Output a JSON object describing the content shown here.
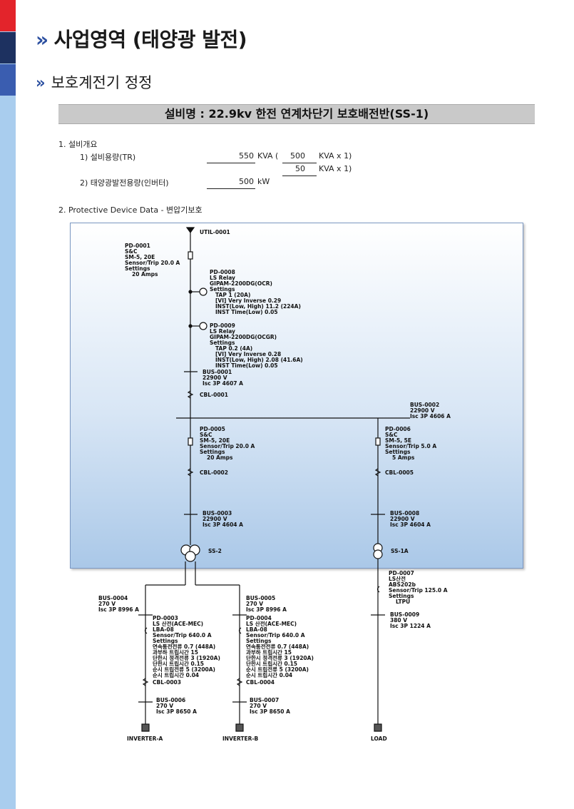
{
  "header": {
    "title_chevron": "»",
    "title": "사업영역 (태양광 발전)",
    "subtitle_chevron": "»",
    "subtitle": "보호계전기 정정"
  },
  "banner": "설비명 : 22.9kv 한전 연계차단기 보호배전반(SS-1)",
  "overview": {
    "section": "1. 설비개요",
    "tr_label": "1) 설비용량(TR)",
    "tr_value": "550",
    "tr_unit": "KVA (",
    "tr_sub1_value": "500",
    "tr_sub1_unit": "KVA x 1)",
    "tr_sub2_value": "50",
    "tr_sub2_unit": "KVA x 1)",
    "inv_label": "2) 태양광발전용량(인버터)",
    "inv_value": "500",
    "inv_unit": "kW"
  },
  "section2": "2. Protective Device Data - 변압기보호",
  "diagram": {
    "util": "UTIL-0001",
    "pd1": [
      "PD-0001",
      "S&C",
      "SM-5, 20E",
      "Sensor/Trip 20.0 A",
      "Settings",
      "20 Amps"
    ],
    "pd8": [
      "PD-0008",
      "LS Relay",
      "GIPAM-2200DG(OCR)",
      "Settings",
      "TAP 1 (20A)",
      "[VI] Very Inverse 0.29",
      "INST(Low, High) 11.2 (224A)",
      "INST Time(Low) 0.05"
    ],
    "pd9": [
      "PD-0009",
      "LS Relay",
      "GIPAM-2200DG(OCGR)",
      "Settings",
      "TAP 0.2 (4A)",
      "[VI] Very Inverse 0.28",
      "INST(Low, High) 2.08 (41.6A)",
      "INST Time(Low) 0.05"
    ],
    "bus1": [
      "BUS-0001",
      "22900 V",
      "Isc 3P 4607 A"
    ],
    "cbl1": "CBL-0001",
    "bus2": [
      "BUS-0002",
      "22900 V",
      "Isc 3P 4606 A"
    ],
    "pd5": [
      "PD-0005",
      "S&C",
      "SM-5, 20E",
      "Sensor/Trip 20.0 A",
      "Settings",
      "20 Amps"
    ],
    "pd6": [
      "PD-0006",
      "S&C",
      "SM-5, 5E",
      "Sensor/Trip 5.0 A",
      "Settings",
      "5 Amps"
    ],
    "cbl2": "CBL-0002",
    "cbl5": "CBL-0005",
    "bus3": [
      "BUS-0003",
      "22900 V",
      "Isc 3P 4604 A"
    ],
    "bus8": [
      "BUS-0008",
      "22900 V",
      "Isc 3P 4604 A"
    ],
    "ss2": "SS-2",
    "ss1a": "SS-1A",
    "pd7": [
      "PD-0007",
      "LS산전",
      "ABS202b",
      "Sensor/Trip 125.0 A",
      "Settings",
      "LTPU"
    ],
    "bus9": [
      "BUS-0009",
      "380 V",
      "Isc 3P 1224 A"
    ],
    "bus4": [
      "BUS-0004",
      "270 V",
      "Isc 3P 8996 A"
    ],
    "bus5": [
      "BUS-0005",
      "270 V",
      "Isc 3P 8996 A"
    ],
    "pd3": [
      "PD-0003",
      "LS 산전(ACE-MEC)",
      "LBA-08",
      "Sensor/Trip 640.0 A",
      "Settings",
      "연속통전전류 0.7 (448A)",
      "과부하 트립시간 15",
      "단한시 정격전류 3 (1920A)",
      "단한시 트립시간 0.15",
      "순시 트립전류 5 (3200A)",
      "순시 트립시간 0.04"
    ],
    "pd4": [
      "PD-0004",
      "LS 산전(ACE-MEC)",
      "LBA-08",
      "Sensor/Trip 640.0 A",
      "Settings",
      "연속통전전류 0.7 (448A)",
      "과부하 트립시간 15",
      "단한시 정격전류 3 (1920A)",
      "단한시 트립시간 0.15",
      "순시 트립전류 5 (3200A)",
      "순시 트립시간 0.04"
    ],
    "cbl3": "CBL-0003",
    "cbl4": "CBL-0004",
    "bus6": [
      "BUS-0006",
      "270 V",
      "Isc 3P 8650 A"
    ],
    "bus7": [
      "BUS-0007",
      "270 V",
      "Isc 3P 8650 A"
    ],
    "inv_a": "INVERTER-A",
    "inv_b": "INVERTER-B",
    "load": "LOAD"
  }
}
